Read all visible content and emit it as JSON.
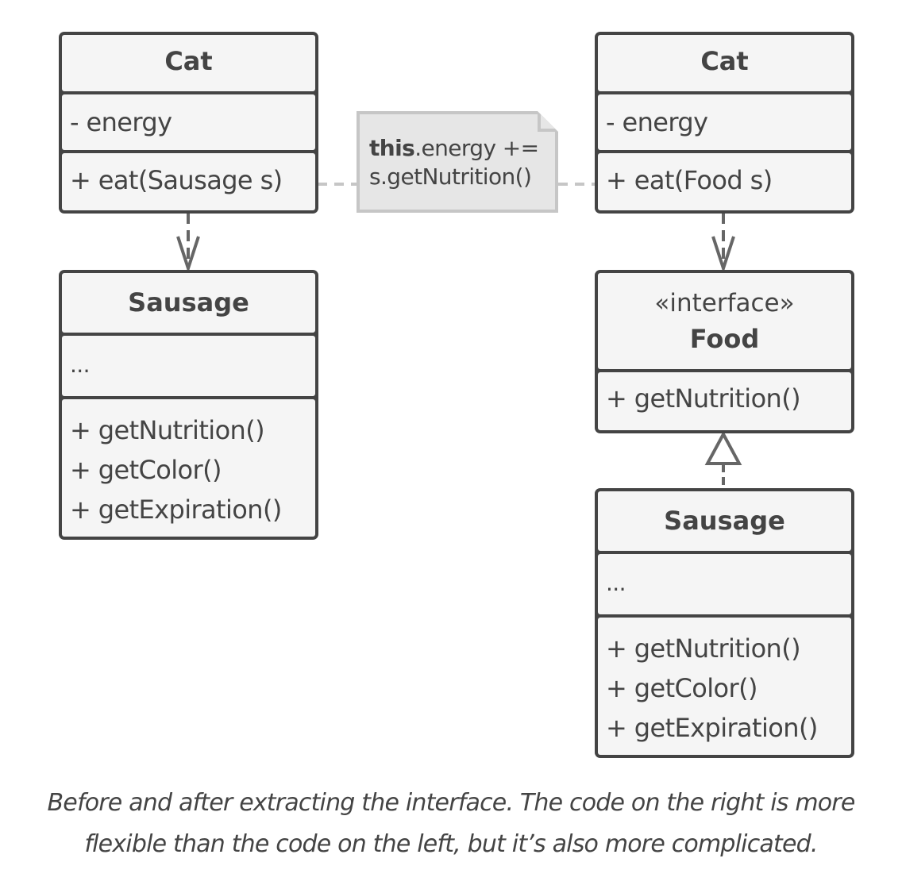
{
  "colors": {
    "border": "#444444",
    "box_fill": "#f5f5f5",
    "note_fill": "#e6e6e6",
    "note_border": "#c6c6c6",
    "text": "#444444",
    "arrow": "#666666",
    "dashed_connector": "#c6c6c6"
  },
  "left": {
    "cat": {
      "title": "Cat",
      "fields": [
        "- energy"
      ],
      "methods": [
        "+ eat(Sausage s)"
      ]
    },
    "sausage": {
      "title": "Sausage",
      "fields": [
        "..."
      ],
      "methods": [
        "+ getNutrition()",
        "+ getColor()",
        "+ getExpiration()"
      ]
    }
  },
  "note": {
    "keyword": "this",
    "line1_rest": ".energy +=",
    "line2": "s.getNutrition()"
  },
  "right": {
    "cat": {
      "title": "Cat",
      "fields": [
        "- energy"
      ],
      "methods": [
        "+ eat(Food s)"
      ]
    },
    "food": {
      "stereotype": "«interface»",
      "title": "Food",
      "methods": [
        "+ getNutrition()"
      ]
    },
    "sausage": {
      "title": "Sausage",
      "fields": [
        "..."
      ],
      "methods": [
        "+ getNutrition()",
        "+ getColor()",
        "+ getExpiration()"
      ]
    }
  },
  "relations": [
    {
      "from": "left.cat",
      "to": "left.sausage",
      "type": "dependency"
    },
    {
      "from": "right.cat",
      "to": "right.food",
      "type": "dependency"
    },
    {
      "from": "right.sausage",
      "to": "right.food",
      "type": "realization"
    },
    {
      "from": "note",
      "to": [
        "left.cat.eat",
        "right.cat.eat"
      ],
      "type": "note-link"
    }
  ],
  "caption": {
    "line1": "Before and after extracting the interface. The code on the right is more",
    "line2": "flexible than the code on the left, but it’s also more complicated."
  }
}
